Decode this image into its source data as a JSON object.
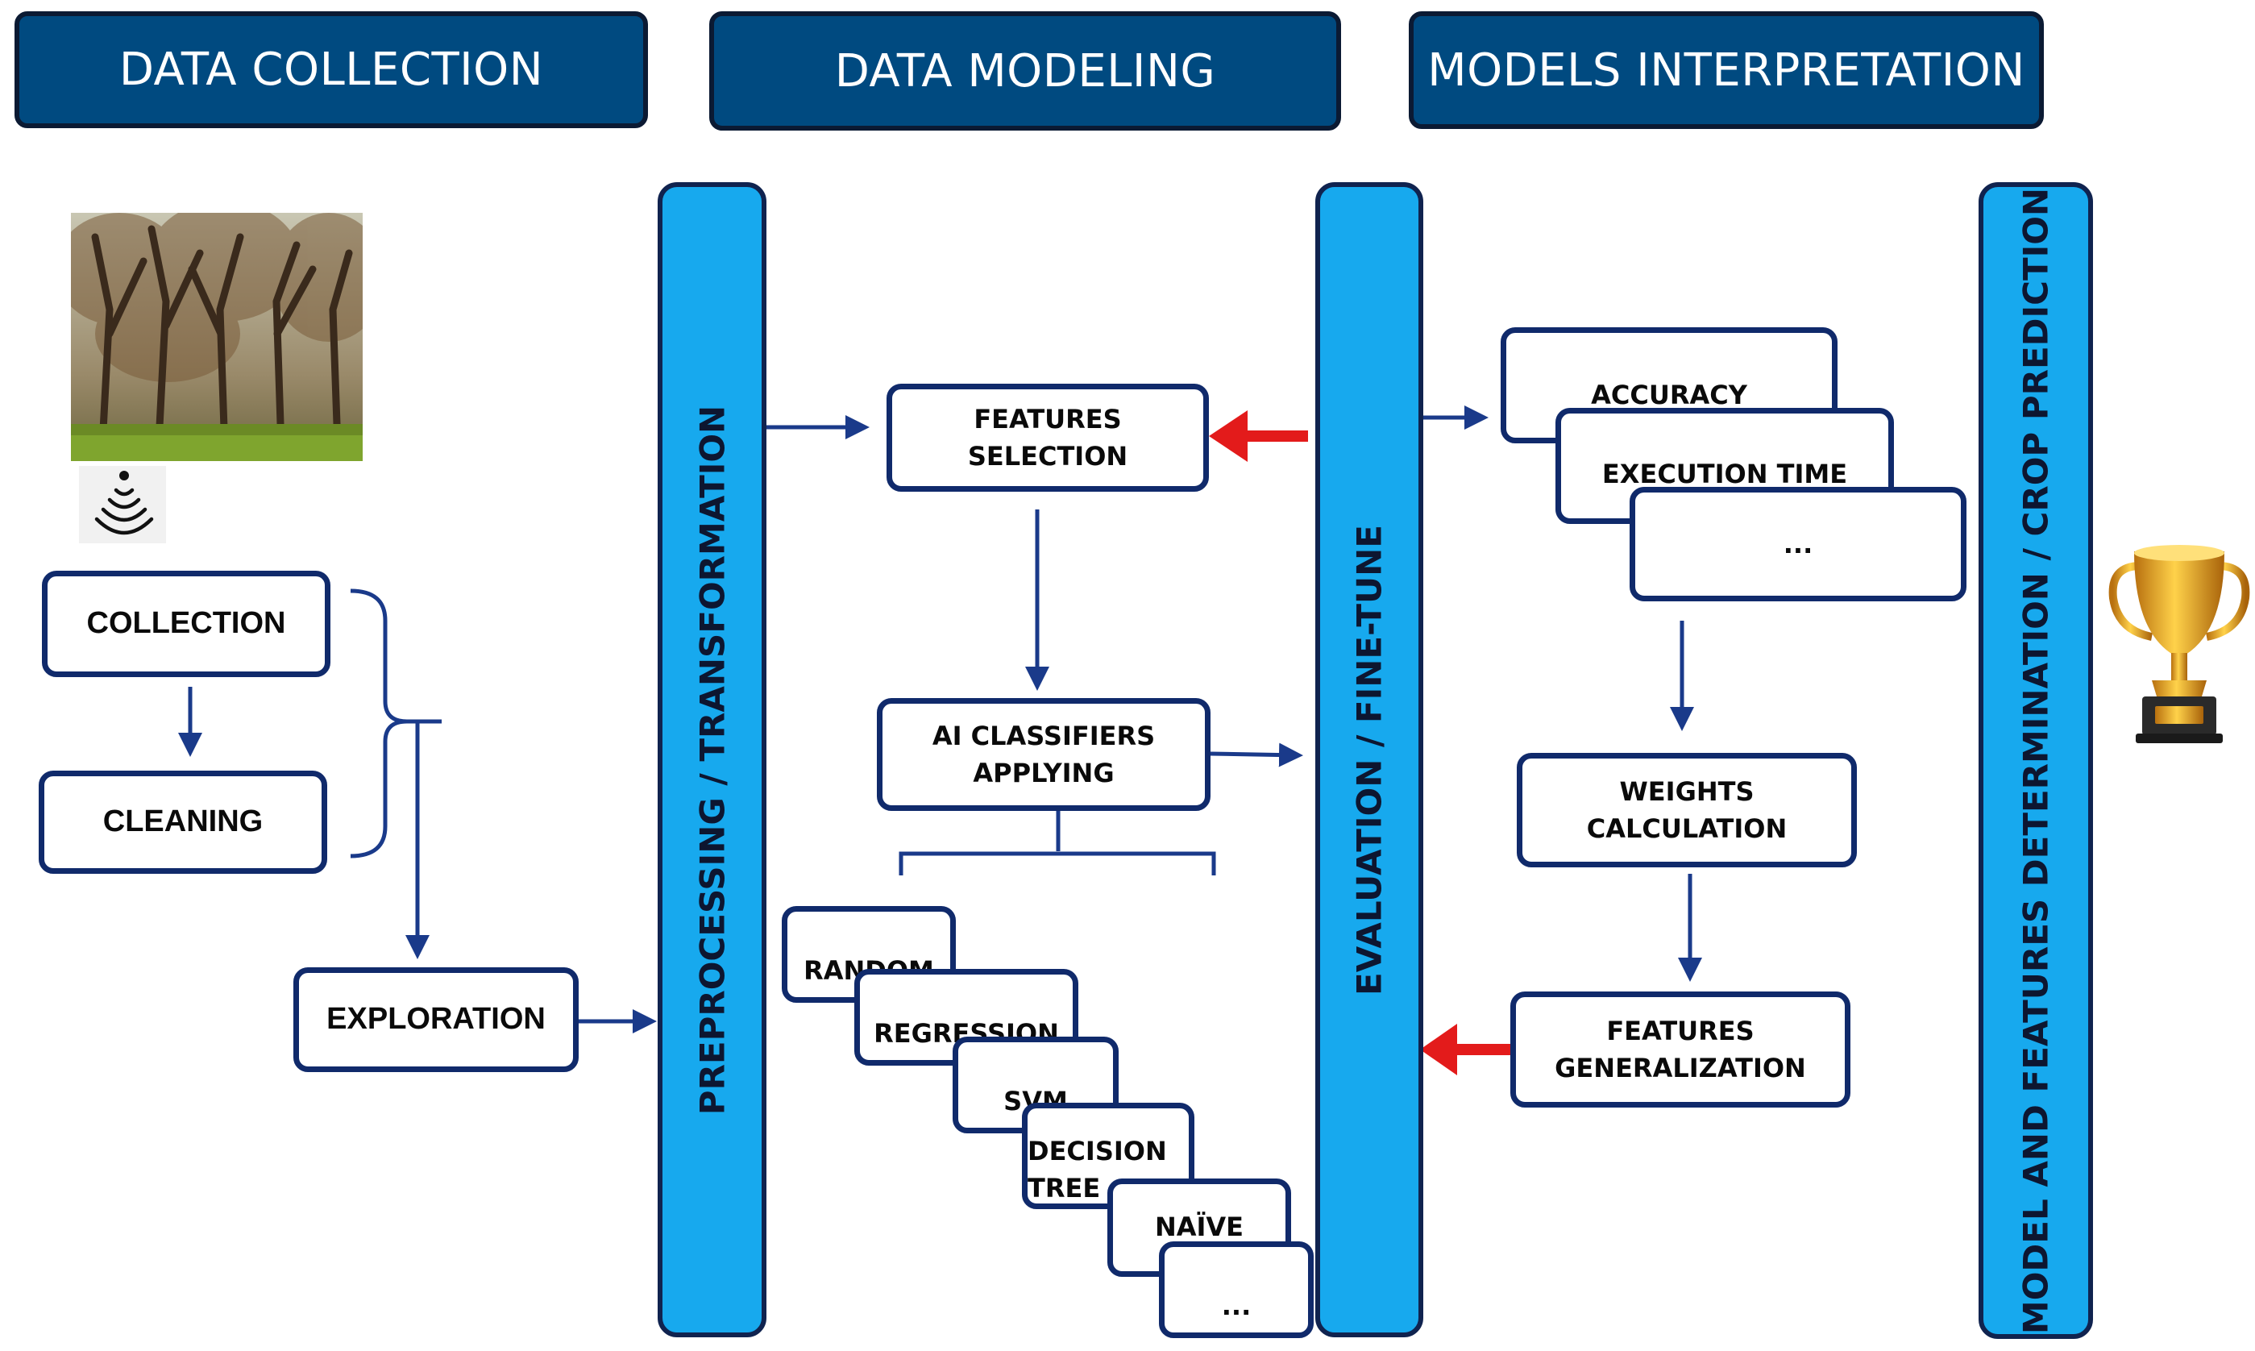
{
  "headers": {
    "data_collection": "DATA COLLECTION",
    "data_modeling": "DATA MODELING",
    "models_interpretation": "MODELS INTERPRETATION"
  },
  "bars": {
    "preprocessing": "PREPROCESSING / TRANSFORMATION",
    "evaluation": "EVALUATION / FINE-TUNE",
    "determination": "MODEL AND FEATURES DETERMINATION / CROP PREDICTION"
  },
  "collection": {
    "collection": "COLLECTION",
    "cleaning": "CLEANING",
    "exploration": "EXPLORATION"
  },
  "modeling": {
    "features_selection_1": "FEATURES",
    "features_selection_2": "SELECTION",
    "ai_classifiers_1": "AI CLASSIFIERS",
    "ai_classifiers_2": "APPLYING",
    "classifiers": [
      "RANDOM",
      "REGRESSION",
      "SVM",
      "DECISION",
      "TREE",
      "NAÏVE",
      "..."
    ]
  },
  "interpretation": {
    "metrics": [
      "ACCURACY",
      "EXECUTION TIME",
      "..."
    ],
    "weights_1": "WEIGHTS",
    "weights_2": "CALCULATION",
    "generalization_1": "FEATURES",
    "generalization_2": "GENERALIZATION"
  },
  "icons": {
    "photo": "park-trees-photo",
    "sensor": "wireless-sensor-icon",
    "trophy": "trophy-icon"
  },
  "colors": {
    "header_bg": "#004a80",
    "bar_bg": "#17a9ee",
    "node_border": "#102a6b",
    "arrow_blue": "#1a3a8a",
    "arrow_red": "#e31b1b"
  }
}
